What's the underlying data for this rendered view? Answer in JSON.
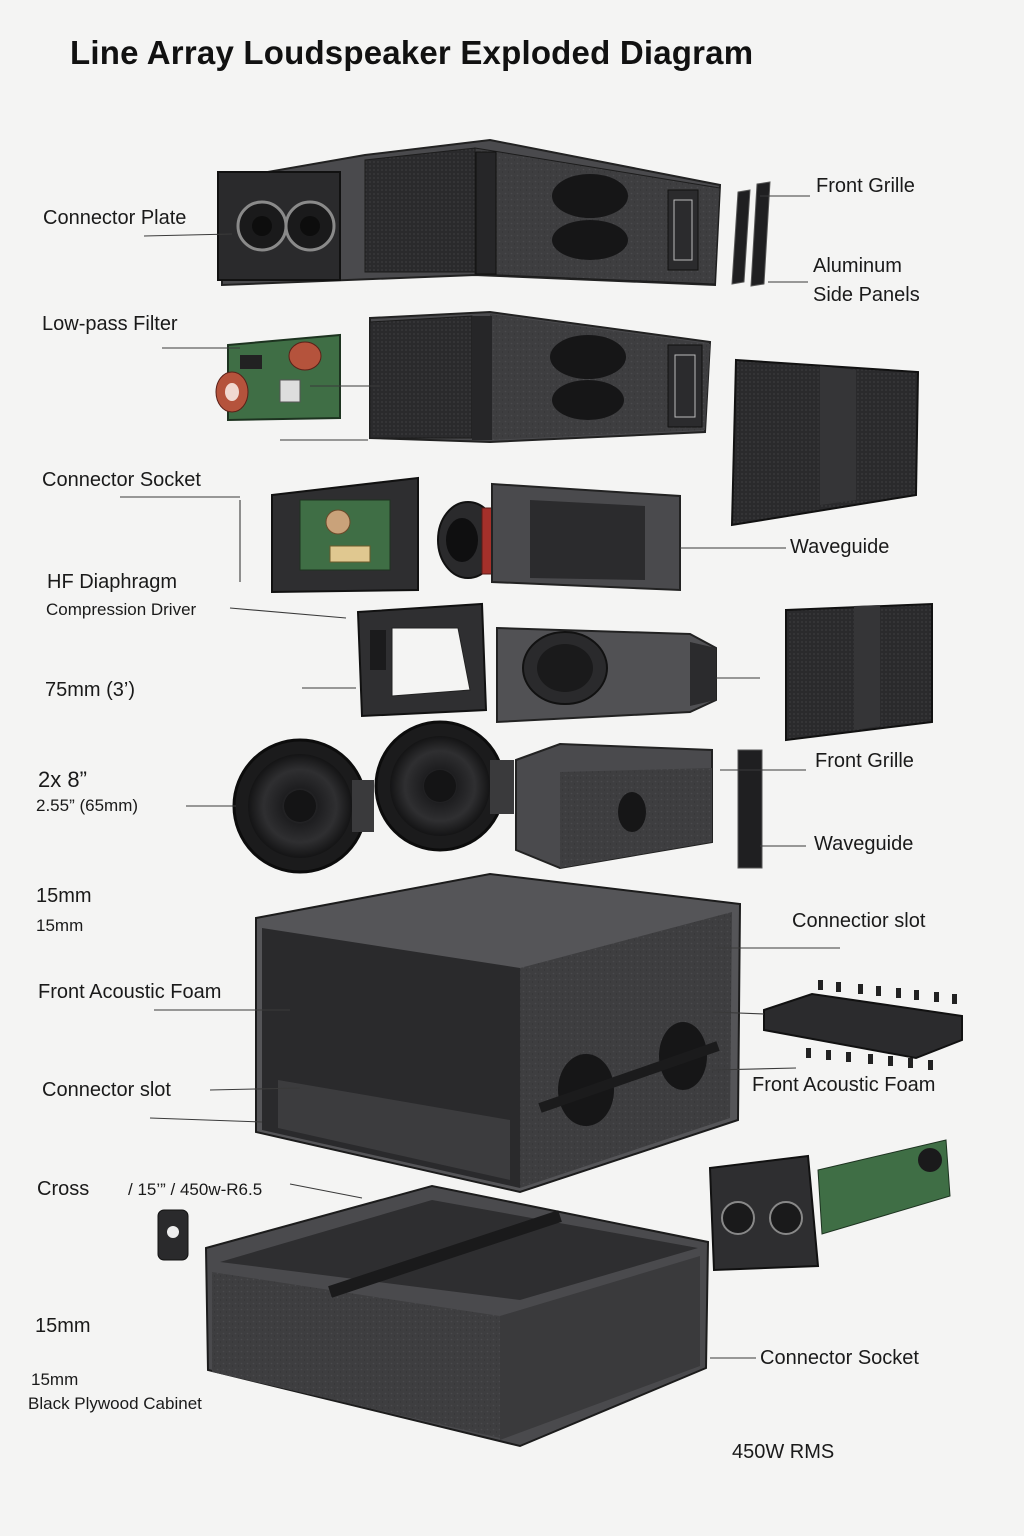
{
  "title": "Line Array Loudspeaker Exploded Diagram",
  "labels": {
    "connector_plate": "Connector Plate",
    "low_pass_filter": "Low-pass Filter",
    "connector_socket_left": "Connector Socket",
    "hf_diaphragm": "HF Diaphragm",
    "compression_driver": "Compression Driver",
    "size_75mm": "75mm (3’)",
    "two_by_8": "2x 8”",
    "size_255": "2.55” (65mm)",
    "mm15_a": "15mm",
    "mm15_b": "15mm",
    "front_acoustic_foam_left": "Front Acoustic Foam",
    "connector_slot_left": "Connector  slot",
    "cross": "Cross",
    "cross_spec": "/ 15’” / 450w-R6.5",
    "mm15_c": "15mm",
    "mm15_d": "15mm",
    "black_plywood_cabinet": "Black Plywood Cabinet",
    "front_grille_top": "Front Grille",
    "aluminum": "Aluminum",
    "side_panels": "Side Panels",
    "waveguide_top": "Waveguide",
    "front_grille_mid": "Front Grille",
    "waveguide_mid": "Waveguide",
    "connector_slot_right": "Connectior slot",
    "front_acoustic_foam_right": "Front Acoustic Foam",
    "connector_socket_right": "Connector Socket",
    "power_rating": "450W  RMS"
  },
  "colors": {
    "background": "#f4f4f3",
    "cabinet_dark": "#3b3b3d",
    "cabinet_mid": "#58585b",
    "grille": "#2c2c2e",
    "pcb_green": "#3f6e45",
    "copper": "#b5533c",
    "accent_red": "#a4302a"
  }
}
